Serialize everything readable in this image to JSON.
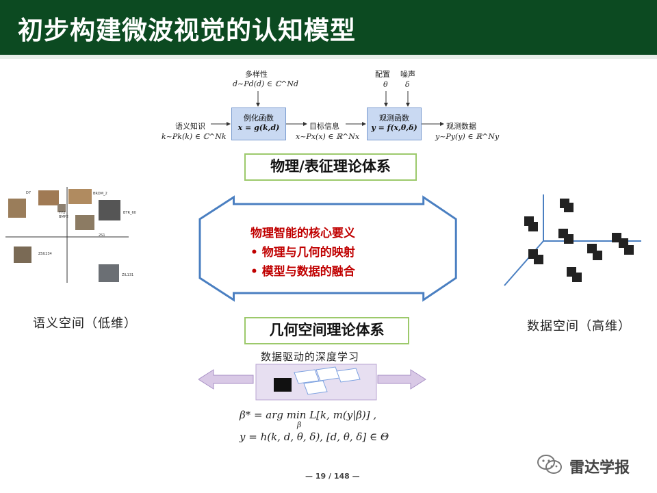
{
  "title": "初步构建微波视觉的认知模型",
  "diagram": {
    "diversity_label": "多样性",
    "diversity_formula": "d~Pd(d) ∈ ℂ^Nd",
    "config_label": "配置",
    "noise_label": "噪声",
    "theta": "θ",
    "delta": "δ",
    "semantic_label": "语义知识",
    "semantic_formula": "k~Pk(k) ∈ ℂ^Nk",
    "instance_box_title": "例化函数",
    "instance_box_formula": "x = g(k,d)",
    "target_label": "目标信息",
    "target_formula": "x~Px(x) ∈ ℝ^Nx",
    "observe_box_title": "观测函数",
    "observe_box_formula": "y = f(x,θ,δ)",
    "data_label": "观测数据",
    "data_formula": "y~Py(y) ∈ ℝ^Ny"
  },
  "physics_box": "物理/表征理论体系",
  "geometry_box": "几何空间理论体系",
  "core_title": "物理智能的核心要义",
  "core_items": [
    "•  物理与几何的映射",
    "•  模型与数据的融合"
  ],
  "left_caption": "语义空间（低维）",
  "right_caption": "数据空间（高维）",
  "deep_learning_label": "数据驱动的深度学习",
  "eq1": "β* = arg min L[k, m(y|β)] ,",
  "eq1_sub": "β",
  "eq2": "y = h(k, d, θ, δ),      [d, θ, δ] ∈ Θ",
  "page_number": "— 19 / 148 —",
  "logo_text": "雷达学报",
  "scatter_labels": [
    "T72",
    "BTR_60",
    "BRDM_2",
    "ZIL131",
    "ZSU234",
    "2S1",
    "BMP2",
    "D7"
  ],
  "colors": {
    "title_bg": "#0c4a21",
    "accent_red": "#c00000",
    "box_border": "#9cc96b",
    "arrow": "#4a7fc1"
  }
}
